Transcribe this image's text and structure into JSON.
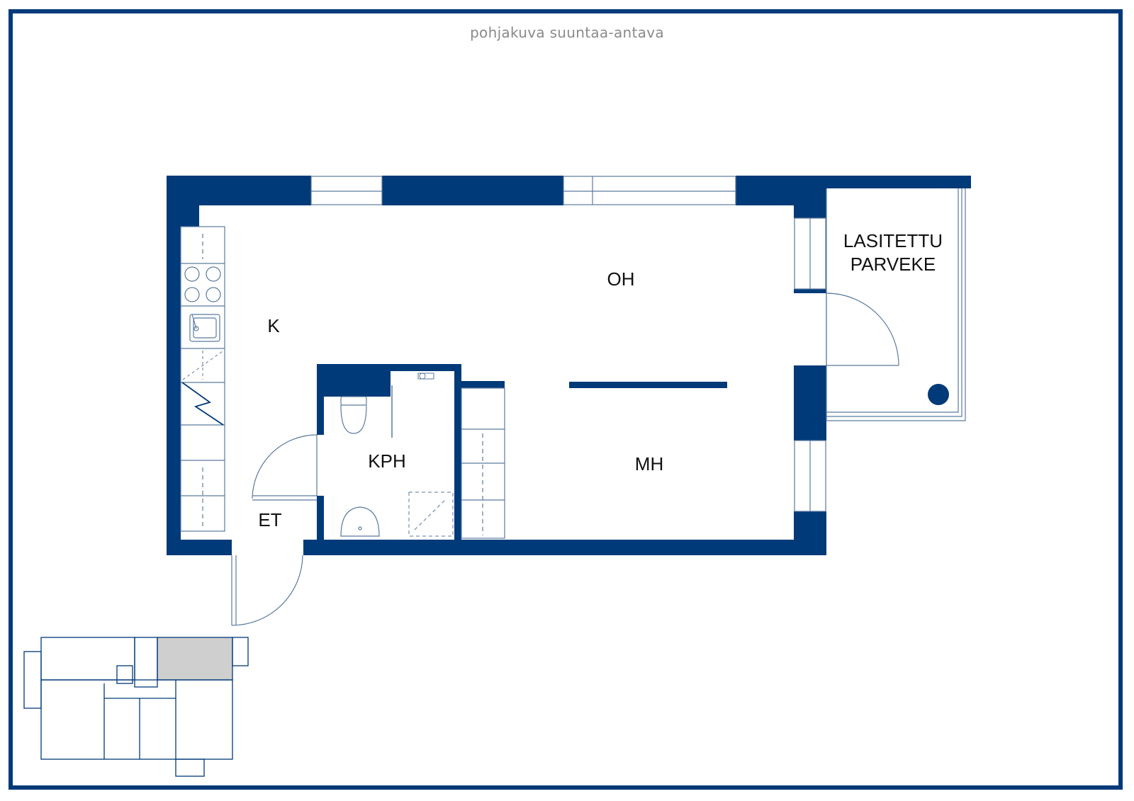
{
  "header": {
    "subtitle": "pohjakuva suuntaa-antava"
  },
  "rooms": {
    "oh": "OH",
    "k": "K",
    "kph": "KPH",
    "mh": "MH",
    "et": "ET",
    "balcony_line1": "LASITETTU",
    "balcony_line2": "PARVEKE"
  },
  "colors": {
    "wall": "#003a78",
    "thin_line": "#5b7a9e",
    "location_highlight": "#cfcfcf"
  }
}
